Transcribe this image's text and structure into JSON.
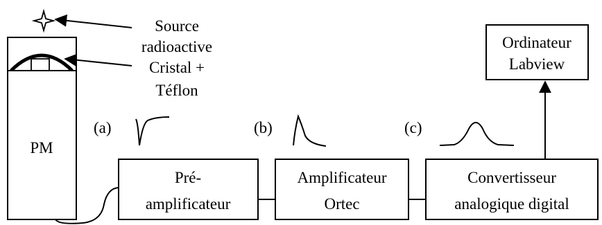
{
  "source": {
    "line1": "Source",
    "line2": "radioactive"
  },
  "crystal": {
    "line1": "Cristal +",
    "line2": "Téflon"
  },
  "pm": {
    "label": "PM"
  },
  "preamp": {
    "line1": "Pré-",
    "line2": "amplificateur"
  },
  "amplifier": {
    "line1": "Amplificateur",
    "line2": "Ortec"
  },
  "adc": {
    "line1": "Convertisseur",
    "line2": "analogique digital"
  },
  "computer": {
    "line1": "Ordinateur",
    "line2": "Labview"
  },
  "signals": {
    "a": "(a)",
    "b": "(b)",
    "c": "(c)"
  }
}
